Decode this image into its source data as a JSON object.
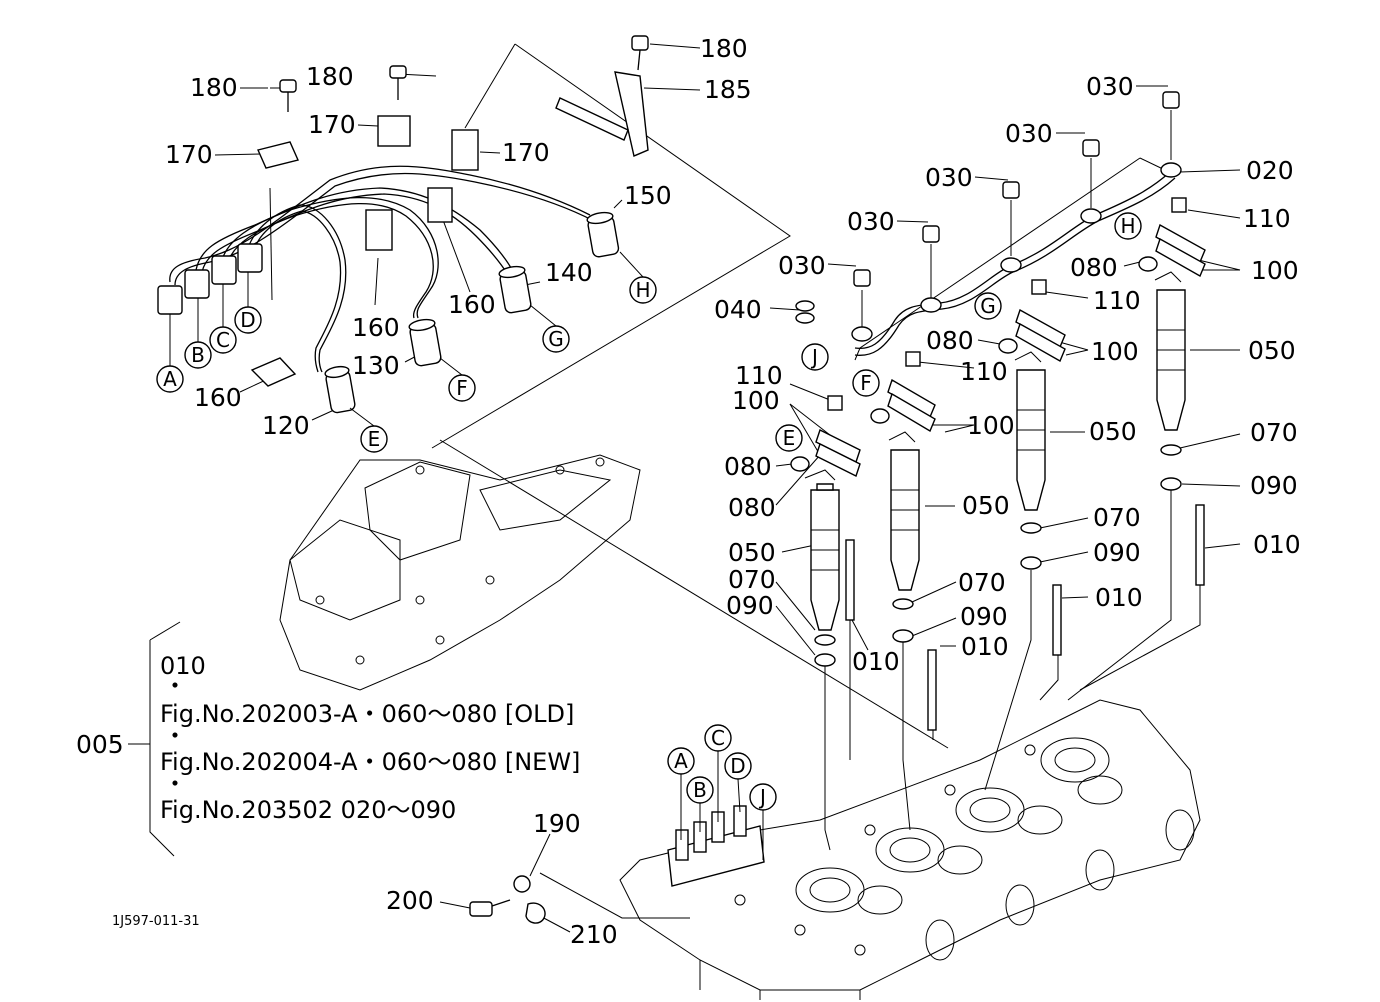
{
  "caption": "1J597-011-31",
  "labels": [
    {
      "id": "180a",
      "text": "180"
    },
    {
      "id": "180b",
      "text": "180"
    },
    {
      "id": "180c",
      "text": "180"
    },
    {
      "id": "185",
      "text": "185"
    },
    {
      "id": "170a",
      "text": "170"
    },
    {
      "id": "170b",
      "text": "170"
    },
    {
      "id": "170c",
      "text": "170"
    },
    {
      "id": "150",
      "text": "150"
    },
    {
      "id": "140",
      "text": "140"
    },
    {
      "id": "130",
      "text": "130"
    },
    {
      "id": "120",
      "text": "120"
    },
    {
      "id": "160a",
      "text": "160"
    },
    {
      "id": "160b",
      "text": "160"
    },
    {
      "id": "160c",
      "text": "160"
    },
    {
      "id": "030a",
      "text": "030"
    },
    {
      "id": "030b",
      "text": "030"
    },
    {
      "id": "030c",
      "text": "030"
    },
    {
      "id": "030d",
      "text": "030"
    },
    {
      "id": "030e",
      "text": "030"
    },
    {
      "id": "020",
      "text": "020"
    },
    {
      "id": "110a",
      "text": "110"
    },
    {
      "id": "110b",
      "text": "110"
    },
    {
      "id": "110c",
      "text": "110"
    },
    {
      "id": "110d",
      "text": "110"
    },
    {
      "id": "100a",
      "text": "100"
    },
    {
      "id": "100b",
      "text": "100"
    },
    {
      "id": "100c",
      "text": "100"
    },
    {
      "id": "100d",
      "text": "100"
    },
    {
      "id": "080a",
      "text": "080"
    },
    {
      "id": "080b",
      "text": "080"
    },
    {
      "id": "080c",
      "text": "080"
    },
    {
      "id": "080d",
      "text": "080"
    },
    {
      "id": "040",
      "text": "040"
    },
    {
      "id": "050a",
      "text": "050"
    },
    {
      "id": "050b",
      "text": "050"
    },
    {
      "id": "050c",
      "text": "050"
    },
    {
      "id": "050d",
      "text": "050"
    },
    {
      "id": "070a",
      "text": "070"
    },
    {
      "id": "070b",
      "text": "070"
    },
    {
      "id": "070c",
      "text": "070"
    },
    {
      "id": "070d",
      "text": "070"
    },
    {
      "id": "090a",
      "text": "090"
    },
    {
      "id": "090b",
      "text": "090"
    },
    {
      "id": "090c",
      "text": "090"
    },
    {
      "id": "090d",
      "text": "090"
    },
    {
      "id": "010a",
      "text": "010"
    },
    {
      "id": "010b",
      "text": "010"
    },
    {
      "id": "010c",
      "text": "010"
    },
    {
      "id": "010d",
      "text": "010"
    },
    {
      "id": "190",
      "text": "190"
    },
    {
      "id": "200",
      "text": "200"
    },
    {
      "id": "210",
      "text": "210"
    },
    {
      "id": "005",
      "text": "005"
    }
  ],
  "callouts": [
    "A",
    "B",
    "C",
    "D",
    "E",
    "F",
    "G",
    "H",
    "J"
  ],
  "note": {
    "line1": "010",
    "line2": "Fig.No.202003-A・060～080 [OLD]",
    "line3": "Fig.No.202004-A・060～080 [NEW]",
    "line4": "Fig.No.203502  020～090"
  }
}
